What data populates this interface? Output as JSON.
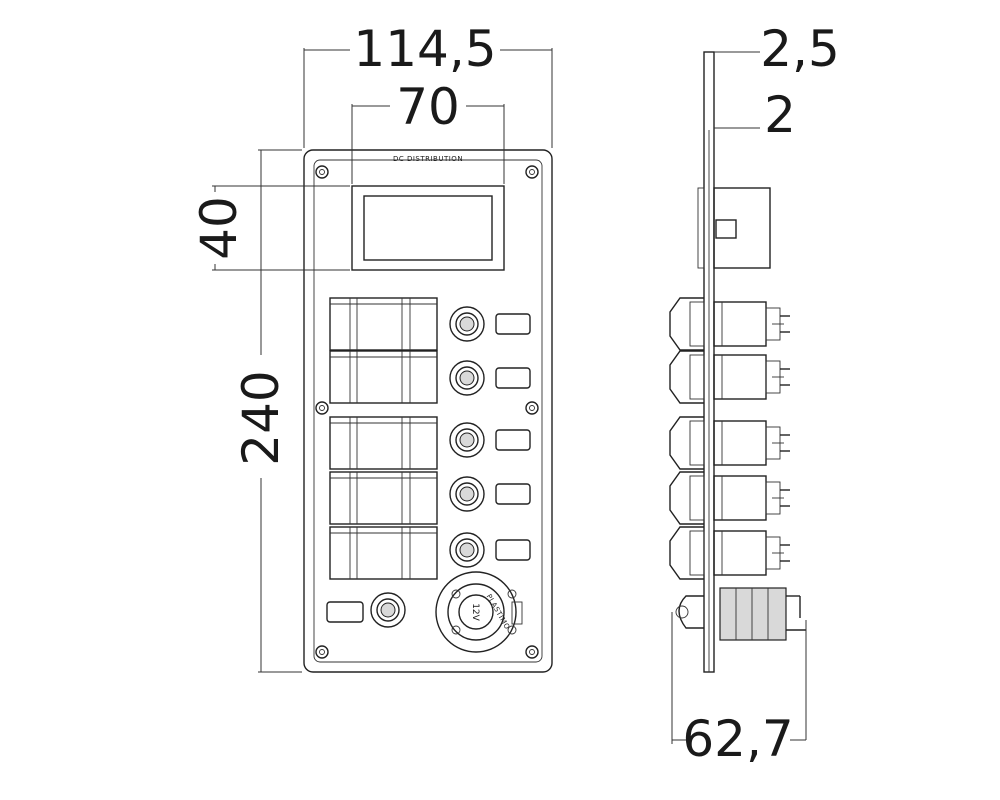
{
  "dimensions": {
    "overall_width": "114,5",
    "display_width": "70",
    "display_height": "40",
    "overall_height": "240",
    "panel_thickness": "2,5",
    "plate_thickness": "2",
    "total_depth": "62,7"
  },
  "panel": {
    "header_label": "DC DISTRIBUTION",
    "socket_voltage": "12V",
    "socket_label": "PLASTIMO"
  }
}
